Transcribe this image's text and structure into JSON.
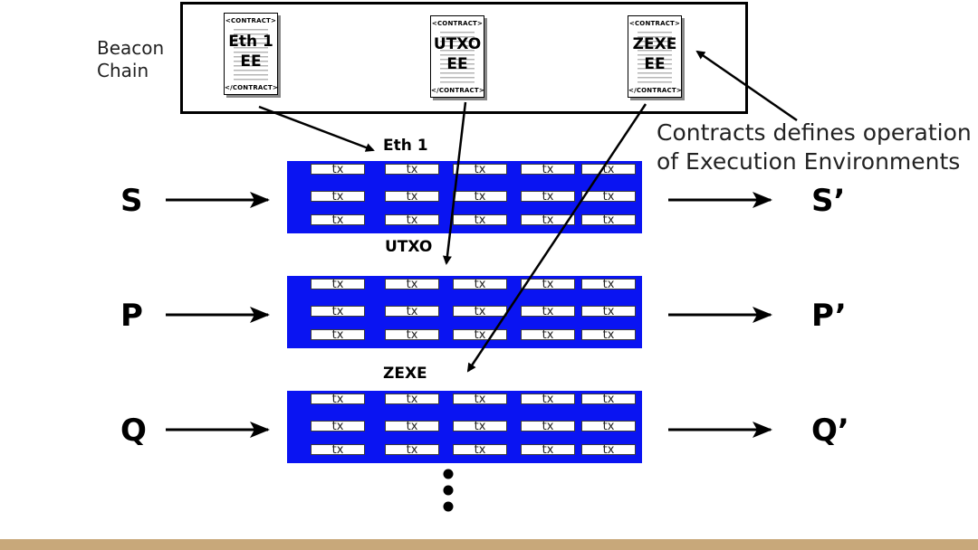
{
  "beacon_chain": {
    "label": "Beacon\nChain"
  },
  "contracts": [
    {
      "top_tag": "<CONTRACT>",
      "name": "Eth 1\nEE",
      "bottom_tag": "</CONTRACT>"
    },
    {
      "top_tag": "<CONTRACT>",
      "name": "UTXO\nEE",
      "bottom_tag": "</CONTRACT>"
    },
    {
      "top_tag": "<CONTRACT>",
      "name": "ZEXE\nEE",
      "bottom_tag": "</CONTRACT>"
    }
  ],
  "annotation": {
    "text": "Contracts defines operation\nof Execution Environments"
  },
  "ee_labels": [
    "Eth 1",
    "UTXO",
    "ZEXE"
  ],
  "rows": [
    {
      "input": "S",
      "output": "S’"
    },
    {
      "input": "P",
      "output": "P’"
    },
    {
      "input": "Q",
      "output": "Q’"
    }
  ],
  "tx_label": "tx",
  "colors": {
    "block": "#0a14f2",
    "footer": "#c8a87a"
  }
}
